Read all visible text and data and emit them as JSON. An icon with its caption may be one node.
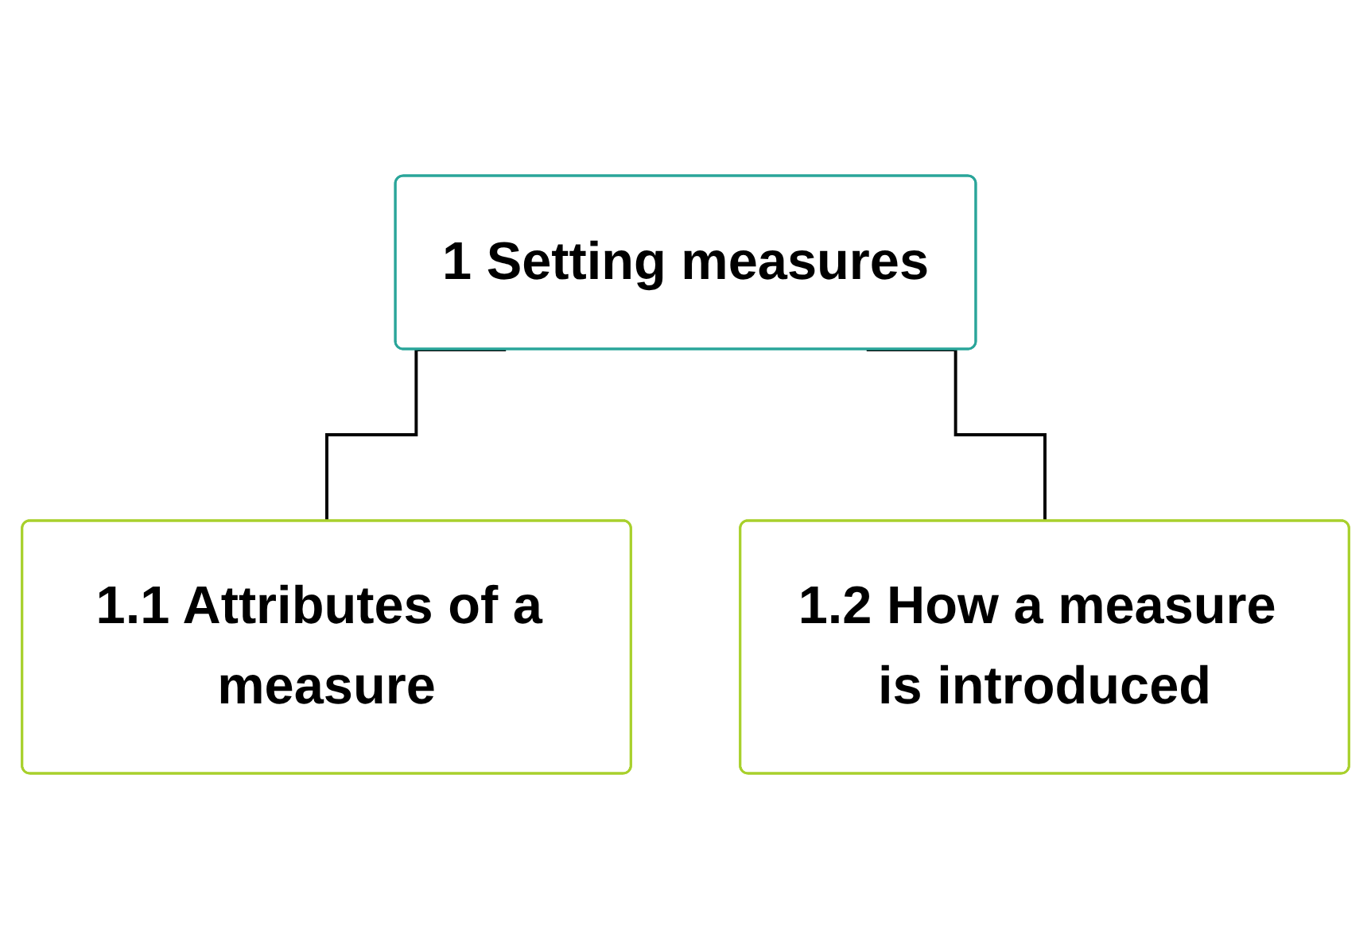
{
  "diagram": {
    "nodes": [
      {
        "text": [
          "1 Setting measures"
        ]
      },
      {
        "text": [
          "1.1 Attributes of a measure"
        ]
      },
      {
        "text": [
          "1.2 How a measure is introduced"
        ]
      }
    ],
    "edges": [
      {
        "from": 0,
        "to": 1,
        "arrow": "none"
      },
      {
        "from": 0,
        "to": 2,
        "arrow": "none"
      }
    ]
  }
}
